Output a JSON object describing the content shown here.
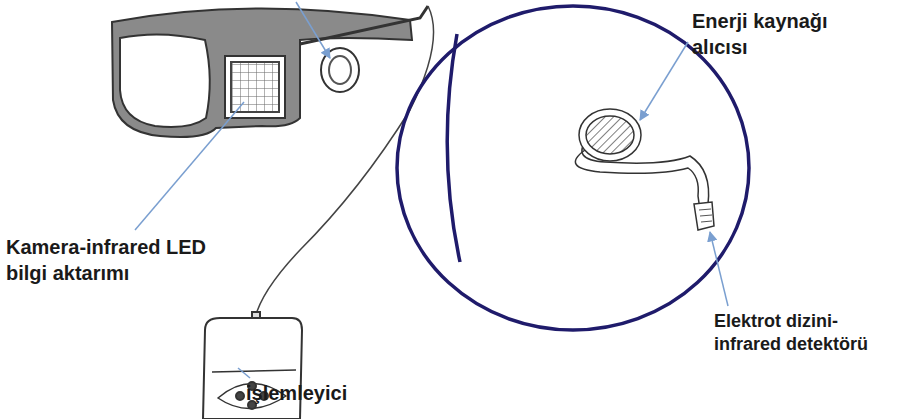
{
  "diagram": {
    "labels": [
      "Enerji kaynağı alıcısı",
      "Kamera-infrared LED bilgi aktarımı",
      "Elektrot dizini-infrared detektörü",
      "işlemleyici"
    ]
  }
}
